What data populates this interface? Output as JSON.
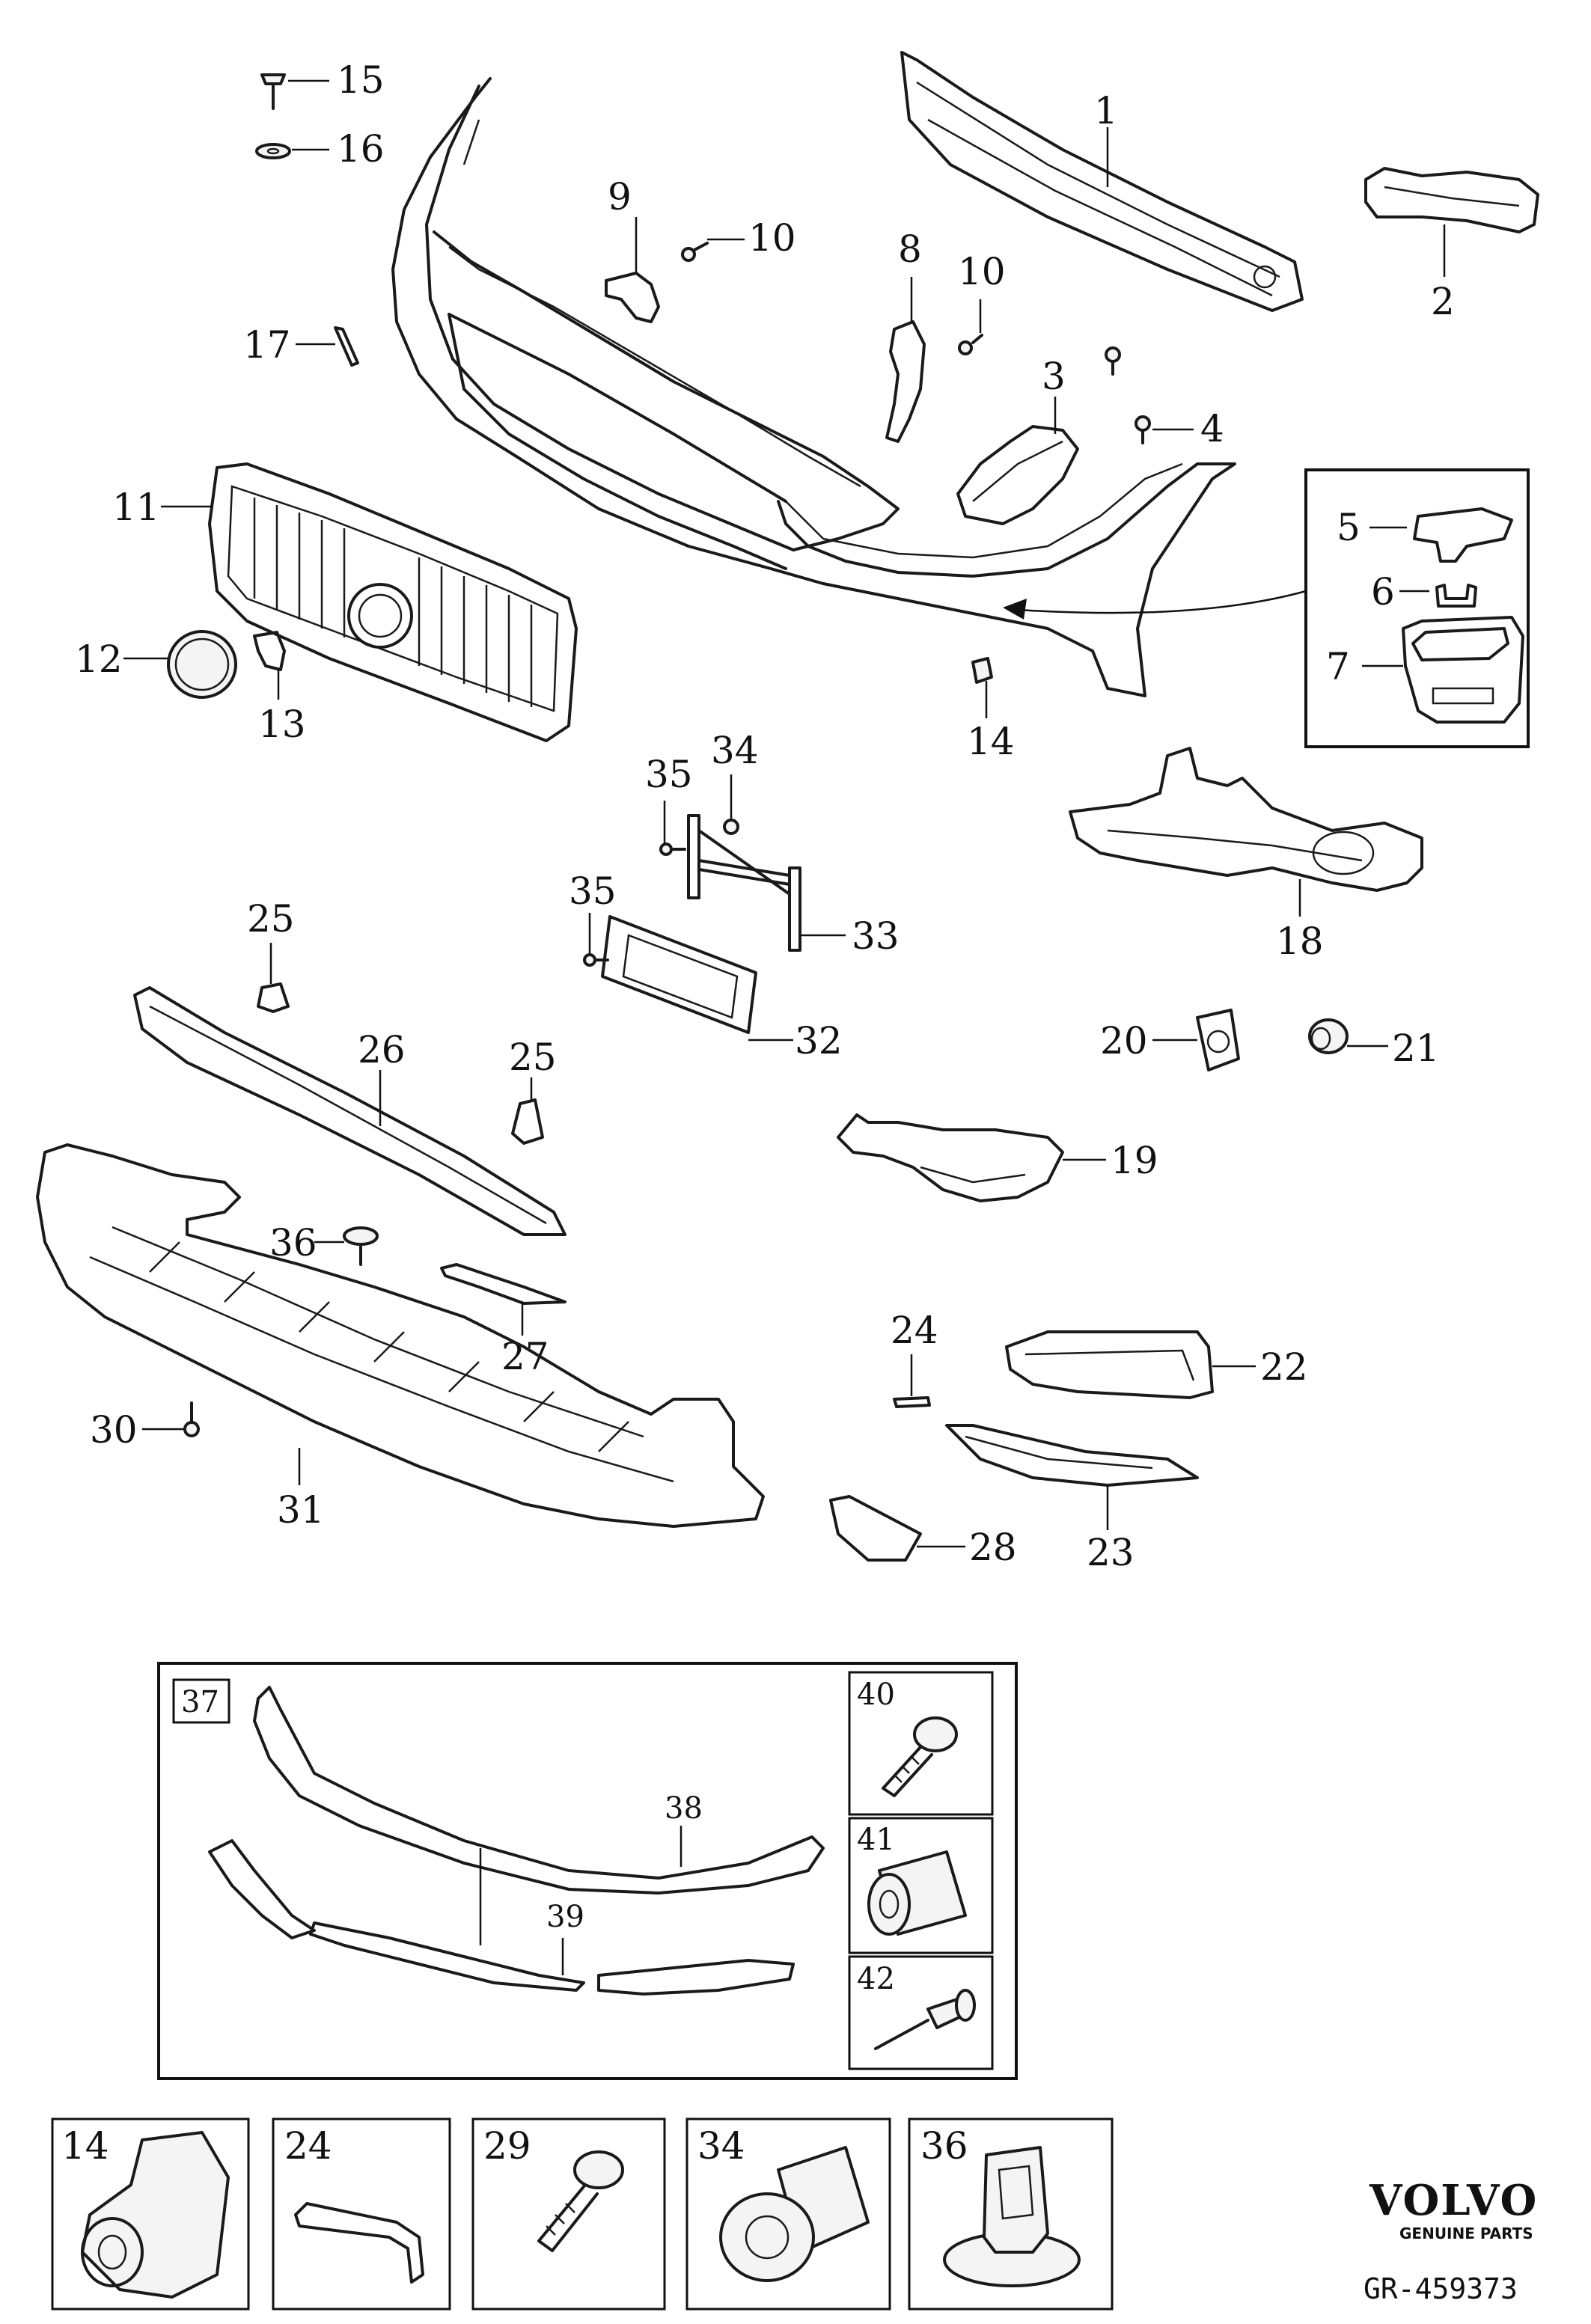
{
  "diagram": {
    "callouts": {
      "c1": "1",
      "c2": "2",
      "c3": "3",
      "c4": "4",
      "c5": "5",
      "c6": "6",
      "c7": "7",
      "c8": "8",
      "c9": "9",
      "c10a": "10",
      "c10b": "10",
      "c11": "11",
      "c12": "12",
      "c13": "13",
      "c14": "14",
      "c15": "15",
      "c16": "16",
      "c17": "17",
      "c18": "18",
      "c19": "19",
      "c20": "20",
      "c21": "21",
      "c22": "22",
      "c23": "23",
      "c24": "24",
      "c25a": "25",
      "c25b": "25",
      "c26": "26",
      "c27": "27",
      "c28": "28",
      "c30": "30",
      "c31": "31",
      "c32": "32",
      "c33": "33",
      "c34": "34",
      "c35a": "35",
      "c35b": "35",
      "c36": "36",
      "c38": "38",
      "c39": "39"
    },
    "kit": {
      "label": "37"
    },
    "side_boxes": {
      "b40": "40",
      "b41": "41",
      "b42": "42"
    },
    "bottom_boxes": {
      "b14": "14",
      "b24": "24",
      "b29": "29",
      "b34": "34",
      "b36": "36"
    },
    "brand": {
      "name": "VOLVO",
      "tagline": "GENUINE PARTS"
    },
    "reference": "GR-459373"
  }
}
